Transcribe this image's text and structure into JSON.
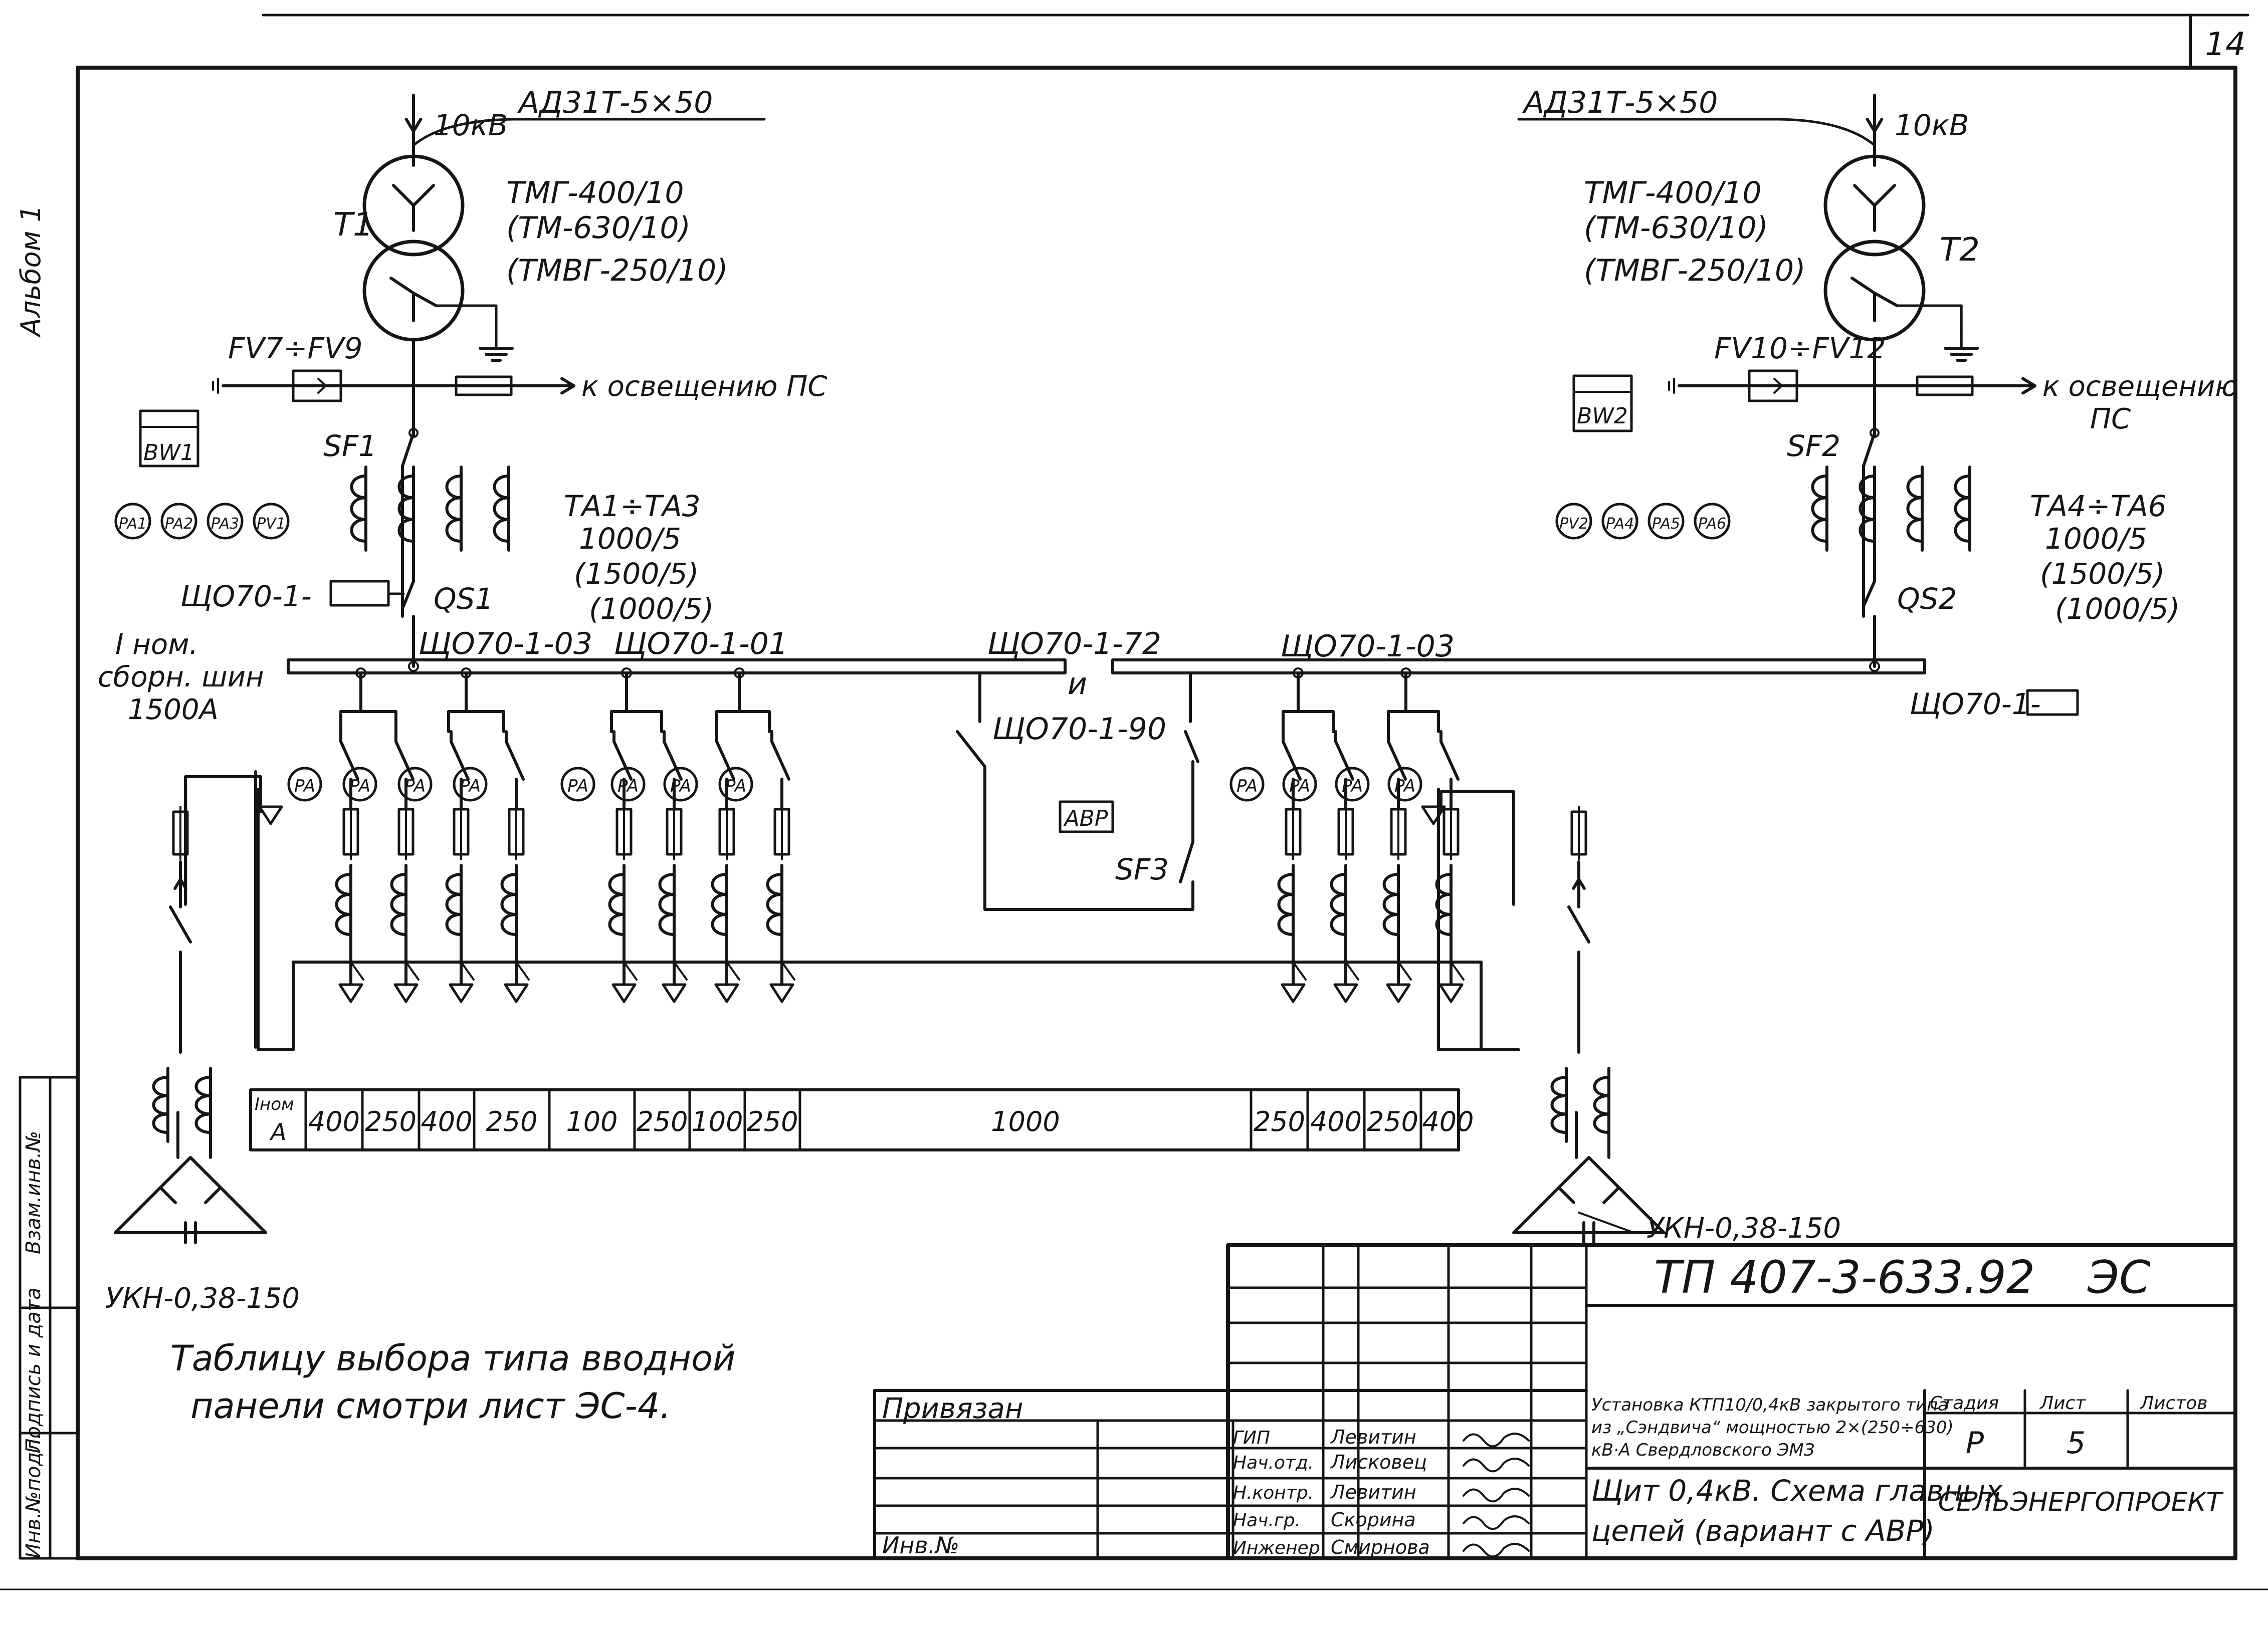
{
  "sheet_number": "14",
  "album_label": "Альбом 1",
  "left": {
    "voltage": "10кВ",
    "cable": "АД31Т-5×50",
    "transformer_id": "Т1",
    "transformer_types": [
      "ТМГ-400/10",
      "(ТМ-630/10)",
      "(ТМВГ-250/10)"
    ],
    "surge_arresters": "FV7÷FV9",
    "lighting": "к освещению ПС",
    "wattmeter": "BW1",
    "meters": [
      "PA1",
      "PA2",
      "PA3",
      "PV1"
    ],
    "breaker": "SF1",
    "ct": [
      "ТА1÷ТА3",
      "1000/5",
      "(1500/5)",
      "(1000/5)"
    ],
    "panel": "ЩО70-1-",
    "switch": "QS1",
    "busbar_rating": [
      "I ном.",
      "сборн. шин",
      "1500А"
    ],
    "panel_a": "ЩО70-1-03",
    "panel_b": "ЩО70-1-01",
    "capacitor": "УКН-0,38-150"
  },
  "center": {
    "panel_72": "ЩО70-1-72",
    "and": "и",
    "panel_90": "ЩО70-1-90",
    "avr": "АВР",
    "breaker": "SF3"
  },
  "right": {
    "voltage": "10кВ",
    "cable": "АД31Т-5×50",
    "transformer_id": "Т2",
    "transformer_types": [
      "ТМГ-400/10",
      "(ТМ-630/10)",
      "(ТМВГ-250/10)"
    ],
    "surge_arresters": "FV10÷FV12",
    "lighting": [
      "к освещению",
      "ПС"
    ],
    "wattmeter": "BW2",
    "meters": [
      "PV2",
      "PA4",
      "PA5",
      "PA6"
    ],
    "breaker": "SF2",
    "ct": [
      "ТА4÷ТА6",
      "1000/5",
      "(1500/5)",
      "(1000/5)"
    ],
    "switch": "QS2",
    "panel": "ЩО70-1-",
    "panel_a": "ЩО70-1-03",
    "capacitor": "УКН-0,38-150"
  },
  "feeder_meter": "PA",
  "rating_table": {
    "header_top": "Iном",
    "header_bottom": "А",
    "values": [
      "400",
      "250",
      "400",
      "250",
      "100",
      "250",
      "100",
      "250",
      "1000",
      "250",
      "400",
      "250",
      "400"
    ]
  },
  "note": [
    "Таблицу выбора типа вводной",
    "панели смотри лист ЭС-4."
  ],
  "left_strip": [
    "Инв.№подл.",
    "Подпись и дата",
    "Взам.инв.№"
  ],
  "title_block": {
    "doc_code": "ТП 407-3-633.92",
    "doc_type": "ЭС",
    "bound": "Привязан",
    "inv_no": "Инв.№",
    "staff": [
      {
        "role": "ГИП",
        "name": "Левитин"
      },
      {
        "role": "Нач.отд.",
        "name": "Лисковец"
      },
      {
        "role": "Н.контр.",
        "name": "Левитин"
      },
      {
        "role": "Нач.гр.",
        "name": "Скорина"
      },
      {
        "role": "Инженер",
        "name": "Смирнова"
      }
    ],
    "description": [
      "Установка КТП10/0,4кВ закрытого типа",
      "из „Сэндвича“ мощностью 2×(250÷630)",
      "кВ·А Свердловского ЭМЗ"
    ],
    "sheet_title": [
      "Щит 0,4кВ. Схема главных",
      "цепей (вариант с АВР)"
    ],
    "stage_label": "Стадия",
    "sheet_label": "Лист",
    "sheets_label": "Листов",
    "stage": "Р",
    "sheet": "5",
    "org": "СЕЛЬЭНЕРГОПРОЕКТ"
  }
}
